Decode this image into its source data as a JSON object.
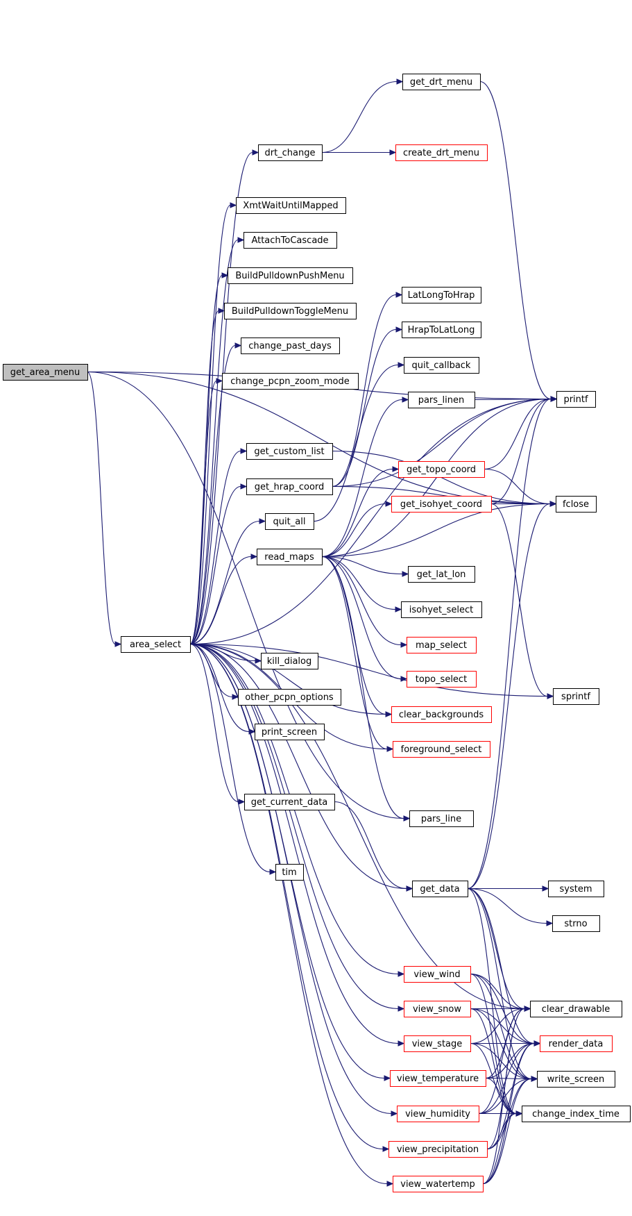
{
  "colors": {
    "edge": "#191970",
    "node_border": "#000000",
    "node_border_truncated": "#ff0000",
    "root_fill": "#bfbfbf",
    "node_fill": "#ffffff"
  },
  "nodes": [
    {
      "id": "get_area_menu",
      "label": "get_area_menu",
      "root": true
    },
    {
      "id": "area_select",
      "label": "area_select"
    },
    {
      "id": "printf",
      "label": "printf"
    },
    {
      "id": "get_drt_menu",
      "label": "get_drt_menu"
    },
    {
      "id": "drt_change",
      "label": "drt_change"
    },
    {
      "id": "create_drt_menu",
      "label": "create_drt_menu",
      "truncated": true
    },
    {
      "id": "XmtWaitUntilMapped",
      "label": "XmtWaitUntilMapped"
    },
    {
      "id": "AttachToCascade",
      "label": "AttachToCascade"
    },
    {
      "id": "BuildPulldownPushMenu",
      "label": "BuildPulldownPushMenu"
    },
    {
      "id": "BuildPulldownToggleMenu",
      "label": "BuildPulldownToggleMenu"
    },
    {
      "id": "change_past_days",
      "label": "change_past_days"
    },
    {
      "id": "change_pcpn_zoom_mode",
      "label": "change_pcpn_zoom_mode"
    },
    {
      "id": "get_custom_list",
      "label": "get_custom_list"
    },
    {
      "id": "get_hrap_coord",
      "label": "get_hrap_coord"
    },
    {
      "id": "quit_all",
      "label": "quit_all"
    },
    {
      "id": "read_maps",
      "label": "read_maps"
    },
    {
      "id": "kill_dialog",
      "label": "kill_dialog"
    },
    {
      "id": "other_pcpn_options",
      "label": "other_pcpn_options"
    },
    {
      "id": "print_screen",
      "label": "print_screen"
    },
    {
      "id": "get_current_data",
      "label": "get_current_data"
    },
    {
      "id": "tim",
      "label": "tim"
    },
    {
      "id": "LatLongToHrap",
      "label": "LatLongToHrap"
    },
    {
      "id": "HrapToLatLong",
      "label": "HrapToLatLong"
    },
    {
      "id": "quit_callback",
      "label": "quit_callback"
    },
    {
      "id": "pars_linen",
      "label": "pars_linen"
    },
    {
      "id": "get_topo_coord",
      "label": "get_topo_coord",
      "truncated": true
    },
    {
      "id": "get_isohyet_coord",
      "label": "get_isohyet_coord",
      "truncated": true
    },
    {
      "id": "get_lat_lon",
      "label": "get_lat_lon"
    },
    {
      "id": "isohyet_select",
      "label": "isohyet_select"
    },
    {
      "id": "map_select",
      "label": "map_select",
      "truncated": true
    },
    {
      "id": "topo_select",
      "label": "topo_select",
      "truncated": true
    },
    {
      "id": "clear_backgrounds",
      "label": "clear_backgrounds",
      "truncated": true
    },
    {
      "id": "foreground_select",
      "label": "foreground_select",
      "truncated": true
    },
    {
      "id": "pars_line",
      "label": "pars_line"
    },
    {
      "id": "get_data",
      "label": "get_data"
    },
    {
      "id": "fclose",
      "label": "fclose"
    },
    {
      "id": "sprintf",
      "label": "sprintf"
    },
    {
      "id": "system",
      "label": "system"
    },
    {
      "id": "strno",
      "label": "strno"
    },
    {
      "id": "view_wind",
      "label": "view_wind",
      "truncated": true
    },
    {
      "id": "view_snow",
      "label": "view_snow",
      "truncated": true
    },
    {
      "id": "view_stage",
      "label": "view_stage",
      "truncated": true
    },
    {
      "id": "view_temperature",
      "label": "view_temperature",
      "truncated": true
    },
    {
      "id": "view_humidity",
      "label": "view_humidity",
      "truncated": true
    },
    {
      "id": "view_precipitation",
      "label": "view_precipitation",
      "truncated": true
    },
    {
      "id": "view_watertemp",
      "label": "view_watertemp",
      "truncated": true
    },
    {
      "id": "clear_drawable",
      "label": "clear_drawable"
    },
    {
      "id": "render_data",
      "label": "render_data",
      "truncated": true
    },
    {
      "id": "write_screen",
      "label": "write_screen"
    },
    {
      "id": "change_index_time",
      "label": "change_index_time"
    }
  ],
  "edges": [
    [
      "get_area_menu",
      "printf"
    ],
    [
      "get_area_menu",
      "area_select"
    ],
    [
      "get_area_menu",
      "fclose"
    ],
    [
      "get_area_menu",
      "pars_line"
    ],
    [
      "area_select",
      "drt_change"
    ],
    [
      "area_select",
      "XmtWaitUntilMapped"
    ],
    [
      "area_select",
      "AttachToCascade"
    ],
    [
      "area_select",
      "BuildPulldownPushMenu"
    ],
    [
      "area_select",
      "BuildPulldownToggleMenu"
    ],
    [
      "area_select",
      "change_past_days"
    ],
    [
      "area_select",
      "change_pcpn_zoom_mode"
    ],
    [
      "area_select",
      "get_custom_list"
    ],
    [
      "area_select",
      "get_hrap_coord"
    ],
    [
      "area_select",
      "quit_all"
    ],
    [
      "area_select",
      "read_maps"
    ],
    [
      "area_select",
      "kill_dialog"
    ],
    [
      "area_select",
      "other_pcpn_options"
    ],
    [
      "area_select",
      "print_screen"
    ],
    [
      "area_select",
      "get_current_data"
    ],
    [
      "area_select",
      "tim"
    ],
    [
      "area_select",
      "get_data"
    ],
    [
      "area_select",
      "printf"
    ],
    [
      "area_select",
      "clear_backgrounds"
    ],
    [
      "area_select",
      "foreground_select"
    ],
    [
      "area_select",
      "sprintf"
    ],
    [
      "area_select",
      "clear_drawable"
    ],
    [
      "area_select",
      "view_wind"
    ],
    [
      "area_select",
      "view_snow"
    ],
    [
      "area_select",
      "view_stage"
    ],
    [
      "area_select",
      "view_temperature"
    ],
    [
      "area_select",
      "view_humidity"
    ],
    [
      "area_select",
      "view_precipitation"
    ],
    [
      "area_select",
      "view_watertemp"
    ],
    [
      "drt_change",
      "get_drt_menu"
    ],
    [
      "drt_change",
      "create_drt_menu"
    ],
    [
      "get_drt_menu",
      "printf"
    ],
    [
      "get_custom_list",
      "fclose"
    ],
    [
      "get_hrap_coord",
      "LatLongToHrap"
    ],
    [
      "get_hrap_coord",
      "HrapToLatLong"
    ],
    [
      "get_hrap_coord",
      "printf"
    ],
    [
      "get_hrap_coord",
      "fclose"
    ],
    [
      "quit_all",
      "quit_callback"
    ],
    [
      "read_maps",
      "pars_linen"
    ],
    [
      "read_maps",
      "get_topo_coord"
    ],
    [
      "read_maps",
      "get_isohyet_coord"
    ],
    [
      "read_maps",
      "printf"
    ],
    [
      "read_maps",
      "fclose"
    ],
    [
      "read_maps",
      "get_lat_lon"
    ],
    [
      "read_maps",
      "isohyet_select"
    ],
    [
      "read_maps",
      "map_select"
    ],
    [
      "read_maps",
      "topo_select"
    ],
    [
      "read_maps",
      "clear_backgrounds"
    ],
    [
      "read_maps",
      "foreground_select"
    ],
    [
      "read_maps",
      "pars_line"
    ],
    [
      "pars_linen",
      "printf"
    ],
    [
      "get_topo_coord",
      "printf"
    ],
    [
      "get_topo_coord",
      "fclose"
    ],
    [
      "get_isohyet_coord",
      "printf"
    ],
    [
      "get_isohyet_coord",
      "fclose"
    ],
    [
      "get_isohyet_coord",
      "sprintf"
    ],
    [
      "get_current_data",
      "get_data"
    ],
    [
      "get_data",
      "printf"
    ],
    [
      "get_data",
      "fclose"
    ],
    [
      "get_data",
      "system"
    ],
    [
      "get_data",
      "strno"
    ],
    [
      "get_data",
      "clear_drawable"
    ],
    [
      "get_data",
      "render_data"
    ],
    [
      "get_data",
      "write_screen"
    ],
    [
      "get_data",
      "change_index_time"
    ],
    [
      "view_wind",
      "clear_drawable"
    ],
    [
      "view_wind",
      "render_data"
    ],
    [
      "view_wind",
      "write_screen"
    ],
    [
      "view_wind",
      "change_index_time"
    ],
    [
      "view_snow",
      "clear_drawable"
    ],
    [
      "view_snow",
      "render_data"
    ],
    [
      "view_snow",
      "write_screen"
    ],
    [
      "view_snow",
      "change_index_time"
    ],
    [
      "view_stage",
      "clear_drawable"
    ],
    [
      "view_stage",
      "render_data"
    ],
    [
      "view_stage",
      "write_screen"
    ],
    [
      "view_stage",
      "change_index_time"
    ],
    [
      "view_temperature",
      "clear_drawable"
    ],
    [
      "view_temperature",
      "render_data"
    ],
    [
      "view_temperature",
      "write_screen"
    ],
    [
      "view_temperature",
      "change_index_time"
    ],
    [
      "view_humidity",
      "clear_drawable"
    ],
    [
      "view_humidity",
      "render_data"
    ],
    [
      "view_humidity",
      "write_screen"
    ],
    [
      "view_humidity",
      "change_index_time"
    ],
    [
      "view_precipitation",
      "clear_drawable"
    ],
    [
      "view_precipitation",
      "render_data"
    ],
    [
      "view_precipitation",
      "write_screen"
    ],
    [
      "view_precipitation",
      "change_index_time"
    ],
    [
      "view_watertemp",
      "clear_drawable"
    ],
    [
      "view_watertemp",
      "render_data"
    ],
    [
      "view_watertemp",
      "write_screen"
    ],
    [
      "view_watertemp",
      "change_index_time"
    ]
  ]
}
